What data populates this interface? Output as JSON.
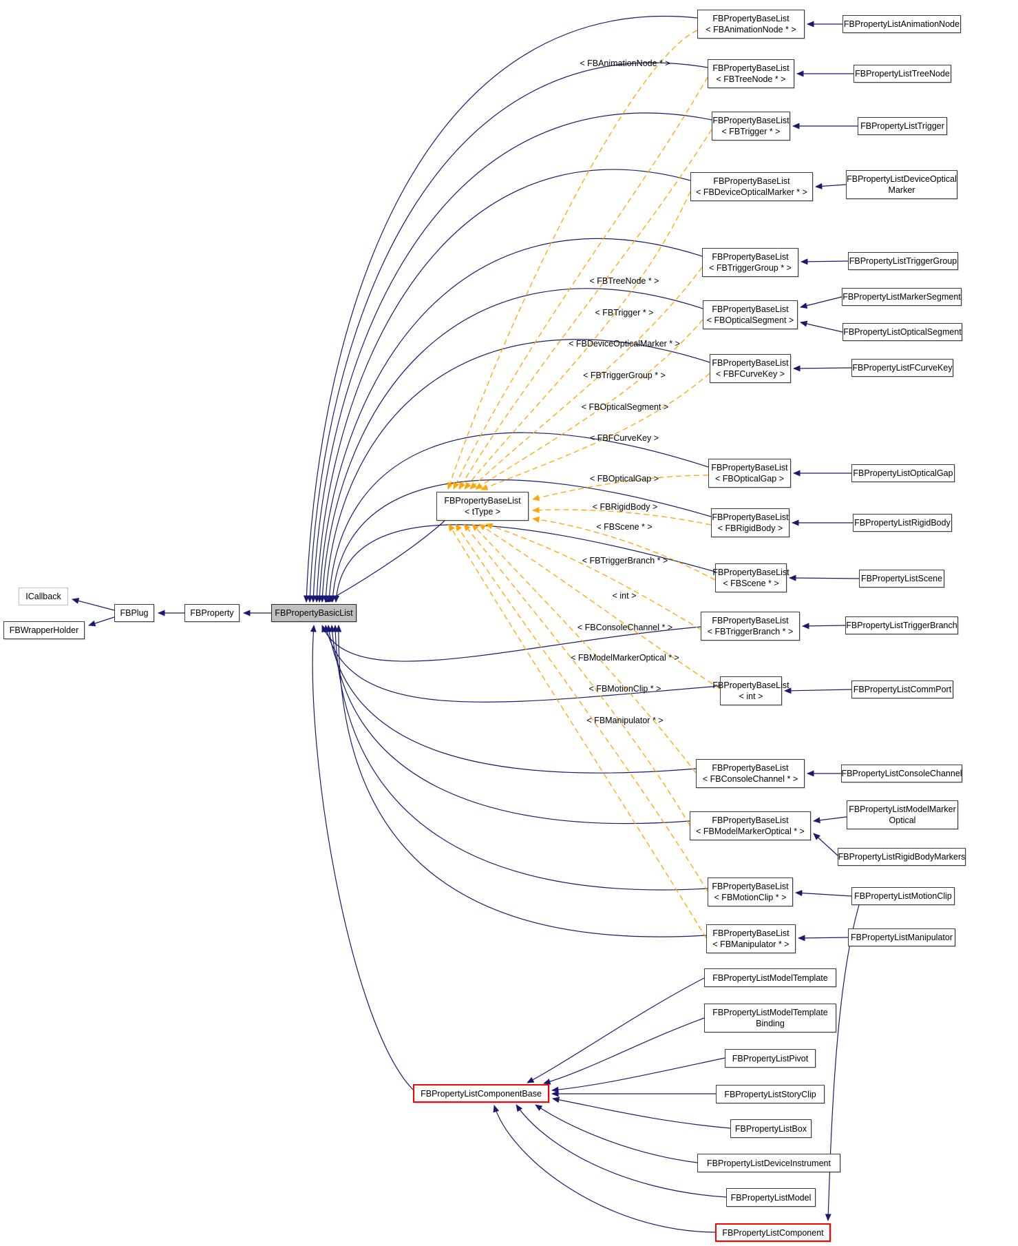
{
  "diagram": {
    "type": "class-inheritance-graph",
    "colors": {
      "inheritance_edge": "#191970",
      "template_edge": "#ffa500",
      "highlight_fill": "#bfbfbf",
      "alert_border": "#ff0000",
      "external_border": "#bfbfbf"
    }
  },
  "nodes": [
    {
      "label": "ICallback"
    },
    {
      "label": "FBWrapperHolder"
    },
    {
      "label": "FBPlug"
    },
    {
      "label": "FBProperty"
    },
    {
      "label": "FBPropertyBasicList"
    },
    {
      "label": "FBPropertyBaseList",
      "sub": "< tType >"
    },
    {
      "label": "FBPropertyBaseList",
      "sub": "< FBAnimationNode * >"
    },
    {
      "label": "FBPropertyBaseList",
      "sub": "< FBTreeNode * >"
    },
    {
      "label": "FBPropertyBaseList",
      "sub": "< FBTrigger * >"
    },
    {
      "label": "FBPropertyBaseList",
      "sub": "< FBDeviceOpticalMarker * >"
    },
    {
      "label": "FBPropertyBaseList",
      "sub": "< FBTriggerGroup * >"
    },
    {
      "label": "FBPropertyBaseList",
      "sub": "< FBOpticalSegment >"
    },
    {
      "label": "FBPropertyBaseList",
      "sub": "< FBFCurveKey >"
    },
    {
      "label": "FBPropertyBaseList",
      "sub": "< FBOpticalGap >"
    },
    {
      "label": "FBPropertyBaseList",
      "sub": "< FBRigidBody >"
    },
    {
      "label": "FBPropertyBaseList",
      "sub": "< FBScene * >"
    },
    {
      "label": "FBPropertyBaseList",
      "sub": "< FBTriggerBranch * >"
    },
    {
      "label": "FBPropertyBaseList",
      "sub": "< int >"
    },
    {
      "label": "FBPropertyBaseList",
      "sub": "< FBConsoleChannel * >"
    },
    {
      "label": "FBPropertyBaseList",
      "sub": "< FBModelMarkerOptical * >"
    },
    {
      "label": "FBPropertyBaseList",
      "sub": "< FBMotionClip * >"
    },
    {
      "label": "FBPropertyBaseList",
      "sub": "< FBManipulator * >"
    },
    {
      "label": "FBPropertyListAnimationNode"
    },
    {
      "label": "FBPropertyListTreeNode"
    },
    {
      "label": "FBPropertyListTrigger"
    },
    {
      "label": "FBPropertyListDeviceOptical",
      "sub": "Marker"
    },
    {
      "label": "FBPropertyListTriggerGroup"
    },
    {
      "label": "FBPropertyListMarkerSegment"
    },
    {
      "label": "FBPropertyListOpticalSegment"
    },
    {
      "label": "FBPropertyListFCurveKey"
    },
    {
      "label": "FBPropertyListOpticalGap"
    },
    {
      "label": "FBPropertyListRigidBody"
    },
    {
      "label": "FBPropertyListScene"
    },
    {
      "label": "FBPropertyListTriggerBranch"
    },
    {
      "label": "FBPropertyListCommPort"
    },
    {
      "label": "FBPropertyListConsoleChannel"
    },
    {
      "label": "FBPropertyListModelMarker",
      "sub": "Optical"
    },
    {
      "label": "FBPropertyListRigidBodyMarkers"
    },
    {
      "label": "FBPropertyListMotionClip"
    },
    {
      "label": "FBPropertyListManipulator"
    },
    {
      "label": "FBPropertyListModelTemplate"
    },
    {
      "label": "FBPropertyListModelTemplate",
      "sub": "Binding"
    },
    {
      "label": "FBPropertyListPivot"
    },
    {
      "label": "FBPropertyListStoryClip"
    },
    {
      "label": "FBPropertyListBox"
    },
    {
      "label": "FBPropertyListDeviceInstrument"
    },
    {
      "label": "FBPropertyListModel"
    },
    {
      "label": "FBPropertyListComponent"
    },
    {
      "label": "FBPropertyListComponentBase"
    }
  ],
  "edge_labels": [
    "< FBAnimationNode * >",
    "< FBTreeNode * >",
    "< FBTrigger * >",
    "< FBDeviceOpticalMarker * >",
    "< FBTriggerGroup * >",
    "< FBOpticalSegment >",
    "< FBFCurveKey >",
    "< FBOpticalGap >",
    "< FBRigidBody >",
    "< FBScene * >",
    "< FBTriggerBranch * >",
    "< int >",
    "< FBConsoleChannel * >",
    "< FBModelMarkerOptical * >",
    "< FBMotionClip * >",
    "< FBManipulator * >"
  ]
}
